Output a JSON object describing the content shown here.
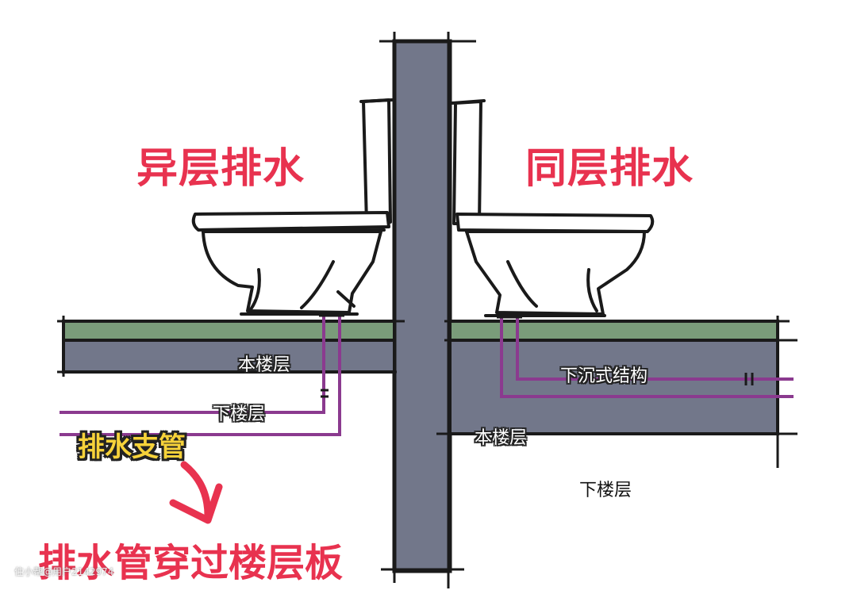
{
  "diagram": {
    "left_title": "异层排水",
    "right_title": "同层排水",
    "left": {
      "this_floor": "本楼层",
      "lower_floor": "下楼层",
      "branch_pipe": "排水支管"
    },
    "right": {
      "sunken_structure": "下沉式结构",
      "this_floor": "本楼层",
      "lower_floor": "下楼层"
    },
    "caption": "排水管穿过楼层板",
    "watermark": "住小帮@用户2142974",
    "colors": {
      "title_red": "#e8324f",
      "wall_gray": "#72778a",
      "floor_green": "#7a9c7a",
      "slab_gray": "#72778a",
      "pipe_purple": "#8b3a8f",
      "branch_yellow": "#f6d23a"
    }
  }
}
